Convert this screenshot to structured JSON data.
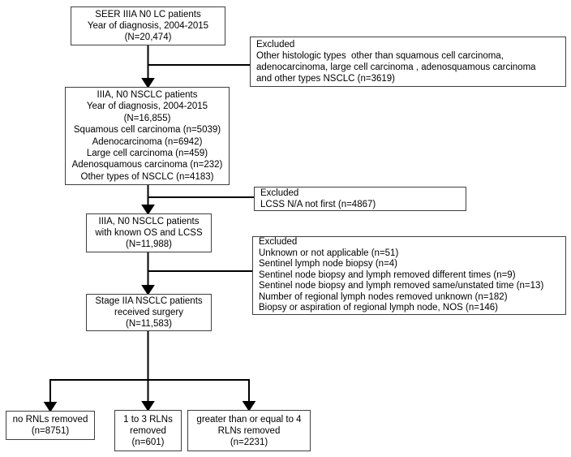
{
  "diagram": {
    "type": "patient-selection-flowchart",
    "boxes": {
      "seer": {
        "lines": [
          "SEER IIIA N0 LC patients",
          "Year of diagnosis, 2004-2015",
          "(N=20,474)"
        ]
      },
      "excluded_histology": {
        "lines": [
          "Excluded",
          "Other histologic types  other than squamous cell carcinoma,",
          "adenocarcinoma, large cell carcinoma , adenosquamous carcinoma",
          "and other types NSCLC (n=3619)"
        ]
      },
      "nsclc": {
        "lines": [
          "IIIA, N0 NSCLC patients",
          "Year of diagnosis, 2004-2015",
          "(N=16,855)",
          "Squamous cell carcinoma (n=5039)",
          "Adenocarcinoma (n=6942)",
          "Large cell carcinoma (n=459)",
          "Adenosquamous carcinoma (n=232)",
          "Other types of NSCLC (n=4183)"
        ]
      },
      "excluded_lcss": {
        "lines": [
          "Excluded",
          "LCSS N/A not first (n=4867)"
        ]
      },
      "known_os_lcss": {
        "lines": [
          "IIIA, N0 NSCLC patients",
          "with known OS and LCSS",
          "(N=11,988)"
        ]
      },
      "excluded_surgery": {
        "lines": [
          "Excluded",
          "Unknown or not applicable (n=51)",
          "Sentinel lymph node biopsy (n=4)",
          "Sentinel node biopsy and lymph removed different times (n=9)",
          "Sentinel node biopsy and lymph removed same/unstated time (n=13)",
          "Number of regional lymph nodes removed unknown (n=182)",
          "Biopsy or aspiration of regional lymph node, NOS (n=146)"
        ]
      },
      "surgery": {
        "lines": [
          "Stage IIA NSCLC patients",
          "received surgery",
          "(N=11,583)"
        ]
      },
      "no_rnls": {
        "lines": [
          "no RNLs removed",
          "(n=8751)"
        ]
      },
      "rlns_1_3": {
        "lines": [
          "1 to 3 RLNs",
          "removed",
          "(n=601)"
        ]
      },
      "rlns_ge4": {
        "lines": [
          "greater than or equal to 4",
          "RLNs removed",
          "(n=2231)"
        ]
      }
    },
    "colors": {
      "background": "#ffffff",
      "text": "#000000",
      "box_border": "#3f3f3f",
      "connector": "#000000"
    }
  }
}
